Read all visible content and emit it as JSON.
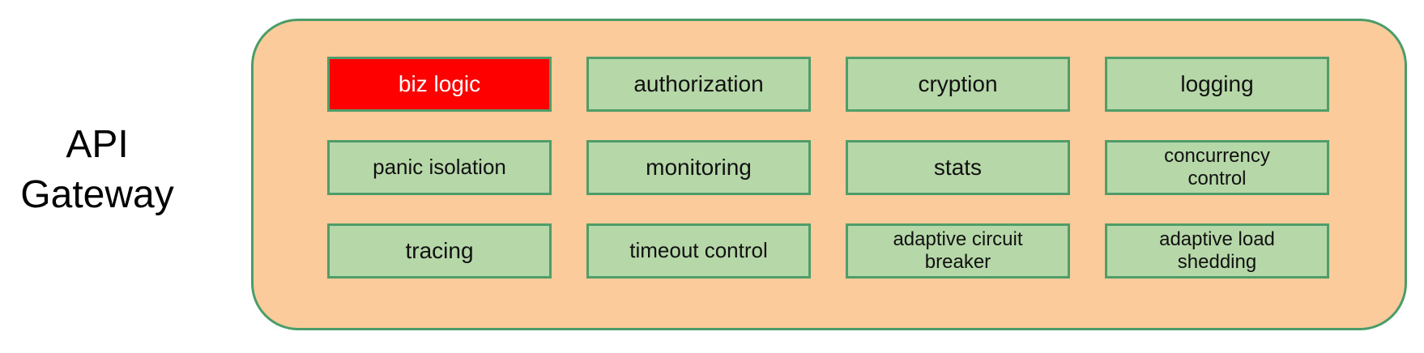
{
  "theme": {
    "page-bg": "#ffffff",
    "label-text": "#000000",
    "container-fill": "#fbcb9b",
    "container-border": "#4a9d68",
    "module-fill": "#b6d7a8",
    "module-border": "#4f9d69",
    "module-text": "#111111",
    "highlight-fill": "#ff0000",
    "highlight-text": "#ffffff"
  },
  "gateway_label": {
    "line1": "API",
    "line2": "Gateway"
  },
  "modules": [
    {
      "label": "biz logic",
      "highlight": true
    },
    {
      "label": "authorization"
    },
    {
      "label": "cryption"
    },
    {
      "label": "logging"
    },
    {
      "label": "panic isolation"
    },
    {
      "label": "monitoring"
    },
    {
      "label": "stats"
    },
    {
      "label": "concurrency\ncontrol"
    },
    {
      "label": "tracing"
    },
    {
      "label": "timeout control"
    },
    {
      "label": "adaptive circuit\nbreaker"
    },
    {
      "label": "adaptive load\nshedding"
    }
  ]
}
